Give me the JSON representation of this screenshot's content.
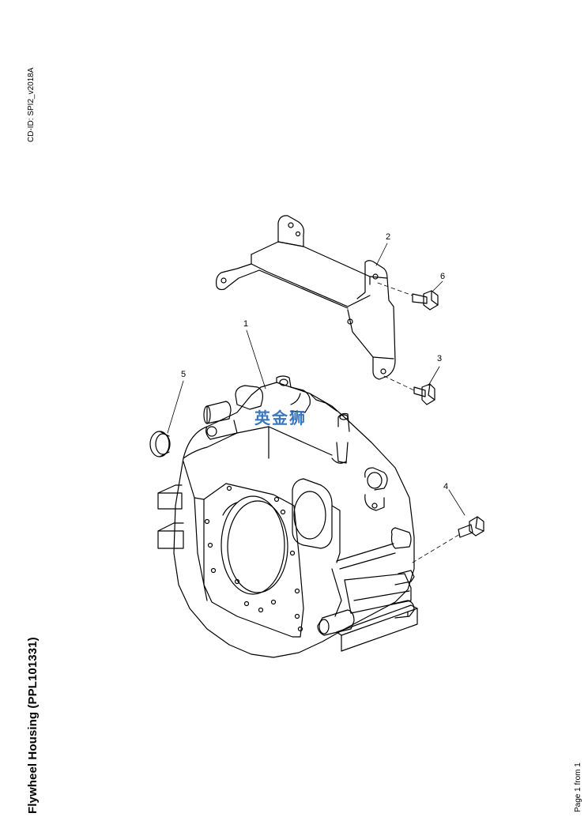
{
  "doc": {
    "cd_id": "CD-ID: SPI2_v2018A",
    "title": "Flywheel Housing (PPL101331)",
    "page_info": "Page 1 from 1",
    "watermark": "英金狮"
  },
  "callouts": [
    "1",
    "2",
    "3",
    "4",
    "5",
    "6"
  ]
}
